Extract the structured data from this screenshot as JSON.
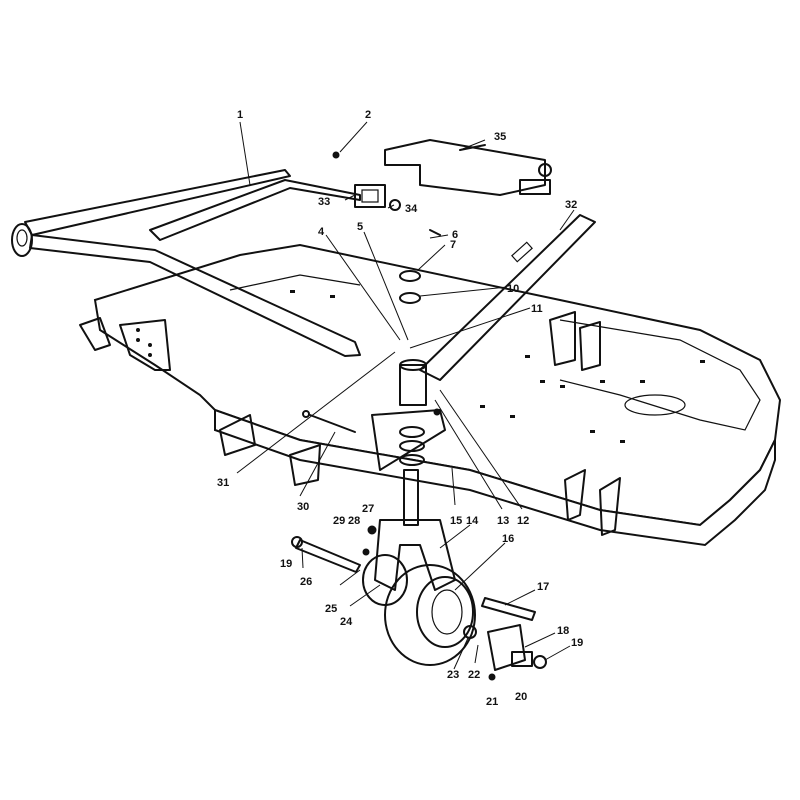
{
  "callouts": {
    "c1": "1",
    "c2": "2",
    "c4": "4",
    "c5": "5",
    "c6": "6",
    "c7": "7",
    "c10": "10",
    "c11": "11",
    "c12": "12",
    "c13": "13",
    "c14": "14",
    "c15": "15",
    "c16": "16",
    "c17": "17",
    "c18": "18",
    "c19a": "19",
    "c19b": "19",
    "c20": "20",
    "c21": "21",
    "c22": "22",
    "c23": "23",
    "c24": "24",
    "c25": "25",
    "c26": "26",
    "c27": "27",
    "c28": "28",
    "c29": "29",
    "c30": "30",
    "c31": "31",
    "c32": "32",
    "c33": "33",
    "c34": "34",
    "c35": "35"
  }
}
